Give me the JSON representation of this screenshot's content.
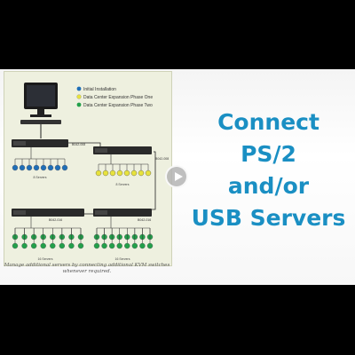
{
  "legend": {
    "items": [
      {
        "label": "Initial Installation",
        "color": "#1f6fb8"
      },
      {
        "label": "Data Center Expansion Phase One",
        "color": "#e7e23c"
      },
      {
        "label": "Data Center Expansion Phase Two",
        "color": "#22a04a"
      }
    ]
  },
  "diagram": {
    "switch_model": "B042-008",
    "switch_model_16": "B042-016",
    "group_labels": {
      "initial": "8 Servers",
      "phase_one": "8 Servers",
      "phase_two_a": "16 Servers",
      "phase_two_b": "16 Servers"
    }
  },
  "caption": "Manage additional servers by connecting additional KVM switches whenever required.",
  "headline": {
    "line1": "Connect",
    "line2": "PS/2",
    "line3": "and/or",
    "line4": "USB Servers"
  },
  "colors": {
    "headline": "#1a8fc3",
    "panel_bg": "#eef0df",
    "initial": "#1f6fb8",
    "phase_one": "#e7e23c",
    "phase_two": "#22a04a"
  },
  "icons": {
    "play": "play-icon",
    "monitor": "monitor-icon"
  }
}
